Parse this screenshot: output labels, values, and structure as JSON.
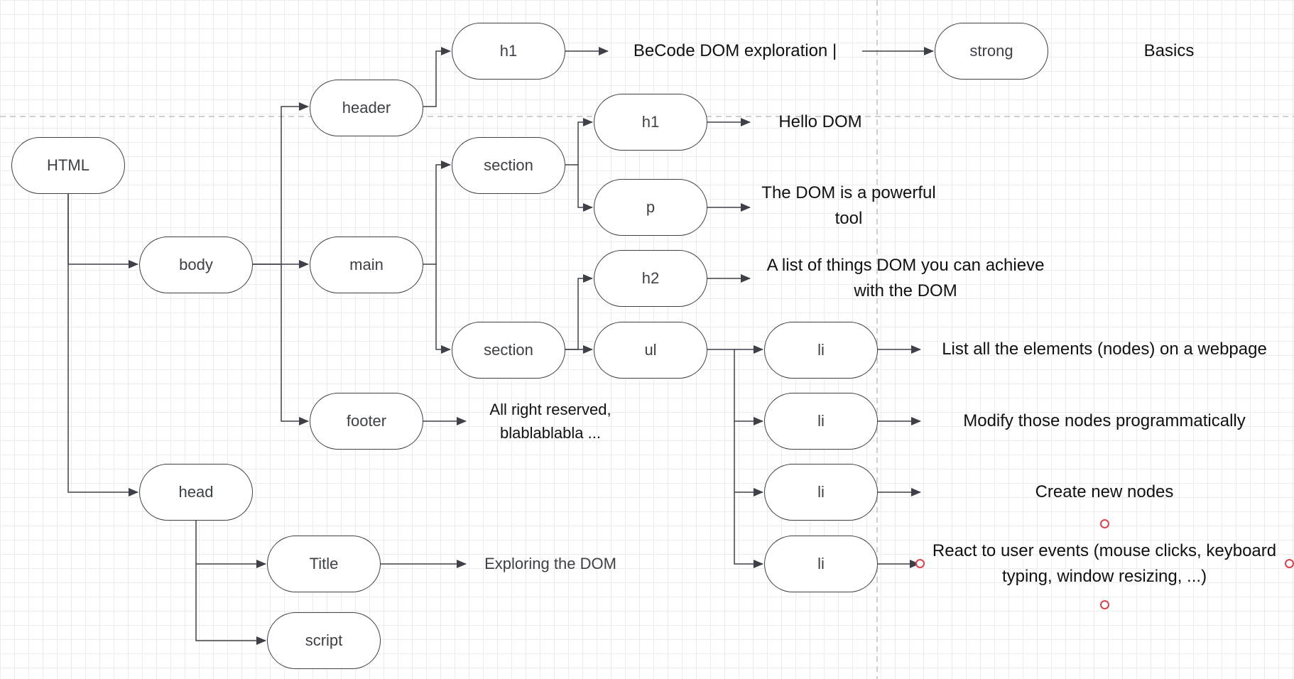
{
  "nodes": {
    "html": "HTML",
    "body": "body",
    "head": "head",
    "header": "header",
    "main": "main",
    "footer": "footer",
    "header_h1": "h1",
    "strong": "strong",
    "section1": "section",
    "section2": "section",
    "section1_h1": "h1",
    "section1_p": "p",
    "section2_h2": "h2",
    "ul": "ul",
    "li1": "li",
    "li2": "li",
    "li3": "li",
    "li4": "li",
    "title": "Title",
    "script": "script"
  },
  "texts": {
    "header_h1_text": "BeCode DOM exploration |",
    "strong_text": "Basics",
    "hello": "Hello DOM",
    "p_text": "The DOM is a powerful tool",
    "h2_text": "A list of things DOM you can achieve with the DOM",
    "li1_text": "List all the elements (nodes) on a webpage",
    "li2_text": "Modify those nodes programmatically",
    "li3_text": "Create new nodes",
    "li4_text": "React to user events (mouse clicks, keyboard typing, window resizing, ...)",
    "footer_text": "All right reserved, blablablabla ...",
    "title_text": "Exploring the DOM"
  },
  "colors": {
    "node_border": "#3d4147",
    "connector": "#3d4147",
    "grid": "#ececec",
    "selection_handle": "#e0404a"
  }
}
